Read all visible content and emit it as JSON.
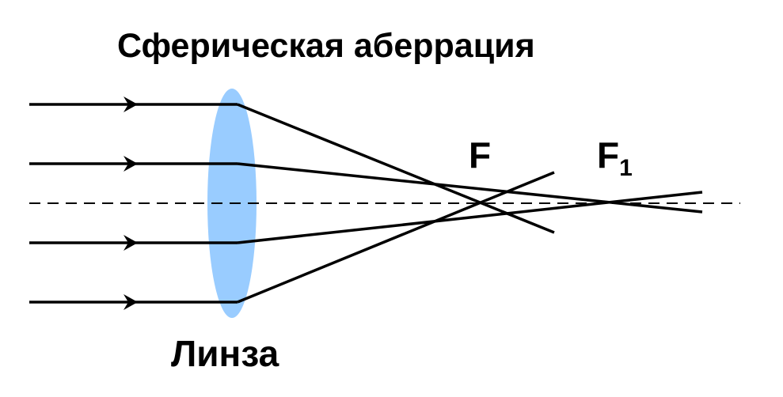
{
  "title": "Сферическая аберрация",
  "lens_label": "Линза",
  "focus_labels": {
    "f": "F",
    "f1_main": "F",
    "f1_sub": "1"
  },
  "colors": {
    "lens": "#99ccff",
    "ray": "#000000",
    "axis": "#000000",
    "background": "#ffffff"
  }
}
